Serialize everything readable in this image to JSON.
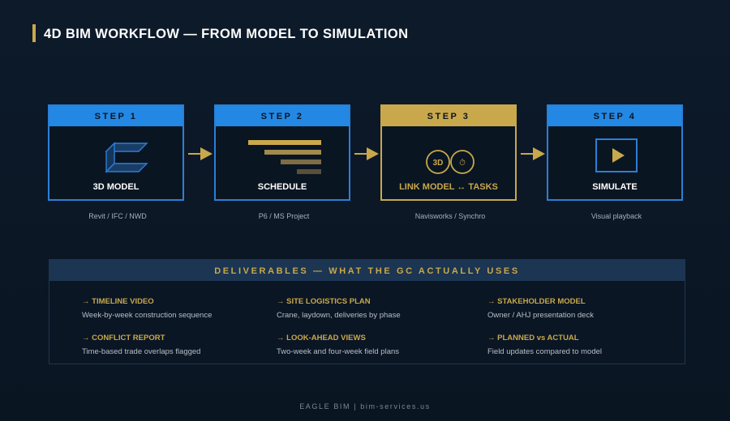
{
  "header": {
    "title": "4D BIM WORKFLOW — FROM MODEL TO SIMULATION"
  },
  "steps": [
    {
      "head": "STEP 1",
      "label": "3D MODEL",
      "sub": "Revit / IFC / NWD",
      "icon": "3d-bracket-icon"
    },
    {
      "head": "STEP 2",
      "label": "SCHEDULE",
      "sub": "P6 / MS Project",
      "icon": "gantt-bars-icon"
    },
    {
      "head": "STEP 3",
      "label": "LINK MODEL ↔ TASKS",
      "sub": "Navisworks / Synchro",
      "icon": "link-3d-clock-icon",
      "badge_3d": "3D",
      "badge_clock": "⏱"
    },
    {
      "head": "STEP 4",
      "label": "SIMULATE",
      "sub": "Visual playback",
      "icon": "play-icon"
    }
  ],
  "deliverables": {
    "title": "DELIVERABLES — WHAT THE GC ACTUALLY USES",
    "items": [
      {
        "title": "→ TIMELINE VIDEO",
        "desc": "Week-by-week construction sequence"
      },
      {
        "title": "→ SITE LOGISTICS PLAN",
        "desc": "Crane, laydown, deliveries by phase"
      },
      {
        "title": "→ STAKEHOLDER MODEL",
        "desc": "Owner / AHJ presentation deck"
      },
      {
        "title": "→ CONFLICT REPORT",
        "desc": "Time-based trade overlaps flagged"
      },
      {
        "title": "→ LOOK-AHEAD VIEWS",
        "desc": "Two-week and four-week field plans"
      },
      {
        "title": "→ PLANNED vs ACTUAL",
        "desc": "Field updates compared to model"
      }
    ]
  },
  "footer": {
    "text": "EAGLE BIM | bim-services.us"
  },
  "colors": {
    "accent_gold": "#c9a84c",
    "step_blue": "#2388e4",
    "background": "#0d1a2a"
  }
}
